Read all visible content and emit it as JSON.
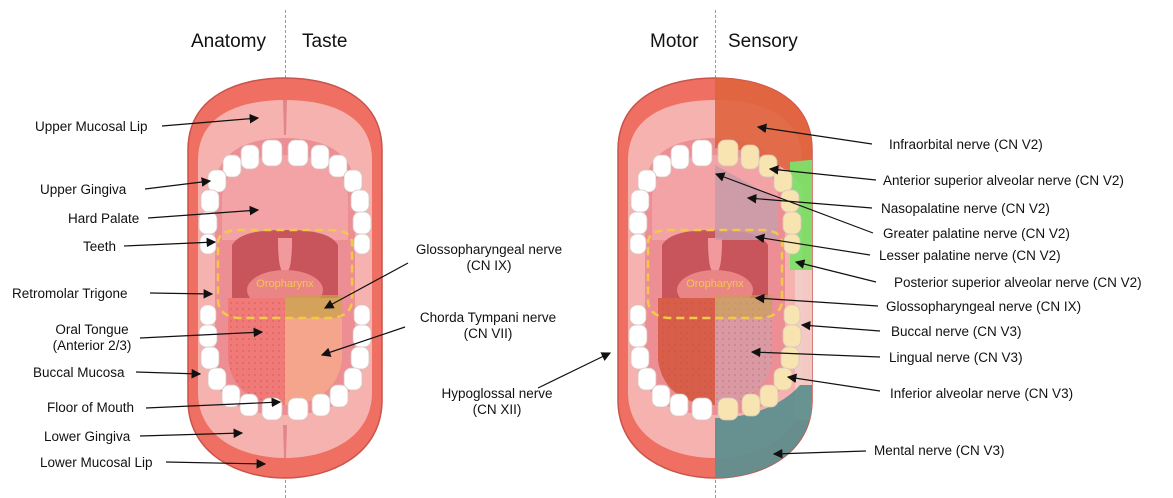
{
  "left_panel": {
    "header_left": "Anatomy",
    "header_right": "Taste",
    "oropharynx": "Oropharynx",
    "labels": {
      "upper_mucosal_lip": "Upper Mucosal Lip",
      "upper_gingiva": "Upper Gingiva",
      "hard_palate": "Hard Palate",
      "teeth": "Teeth",
      "retromolar_trigone": "Retromolar Trigone",
      "oral_tongue_1": "Oral Tongue",
      "oral_tongue_2": "(Anterior 2/3)",
      "buccal_mucosa": "Buccal Mucosa",
      "floor_of_mouth": "Floor of Mouth",
      "lower_gingiva": "Lower Gingiva",
      "lower_mucosal_lip": "Lower Mucosal Lip",
      "glossopharyngeal_1": "Glossopharyngeal nerve",
      "glossopharyngeal_2": "(CN IX)",
      "chorda_tympani_1": "Chorda Tympani nerve",
      "chorda_tympani_2": "(CN VII)",
      "hypoglossal_1": "Hypoglossal nerve",
      "hypoglossal_2": "(CN XII)"
    }
  },
  "right_panel": {
    "header_left": "Motor",
    "header_right": "Sensory",
    "oropharynx": "Oropharynx",
    "labels": {
      "infraorbital": "Infraorbital nerve (CN V2)",
      "anterior_superior_alveolar": "Anterior superior alveolar nerve (CN V2)",
      "nasopalatine": "Nasopalatine nerve (CN V2)",
      "greater_palatine": "Greater palatine nerve (CN V2)",
      "lesser_palatine": "Lesser palatine nerve (CN V2)",
      "posterior_superior_alveolar": "Posterior superior alveolar nerve (CN V2)",
      "glossopharyngeal": "Glossopharyngeal nerve (CN IX)",
      "buccal": "Buccal nerve (CN V3)",
      "lingual": "Lingual nerve (CN V3)",
      "inferior_alveolar": "Inferior alveolar nerve (CN V3)",
      "mental": "Mental nerve (CN V3)"
    }
  },
  "colors": {
    "lip": "#ef6f62",
    "mucosa": "#f6b2ae",
    "palate": "#ec8e93",
    "throat": "#c8545c",
    "tooth": "#ffffff",
    "tongue_anterior_left": "#ef7a78",
    "tongue_chorda": "#f5a58c",
    "oropharynx_outline": "#f2c84b",
    "infraorbital": "#e0643f",
    "maxillary_teeth": "#f7e4b0",
    "posterior_superior_alveolar": "#7ce26a",
    "greater_palatine": "#c79aa8",
    "lingual": "#d99aa4",
    "hypoglossal_motor": "#d85e4a",
    "mental": "#5f8f8e",
    "glossopharyngeal": "#c8a24a"
  }
}
